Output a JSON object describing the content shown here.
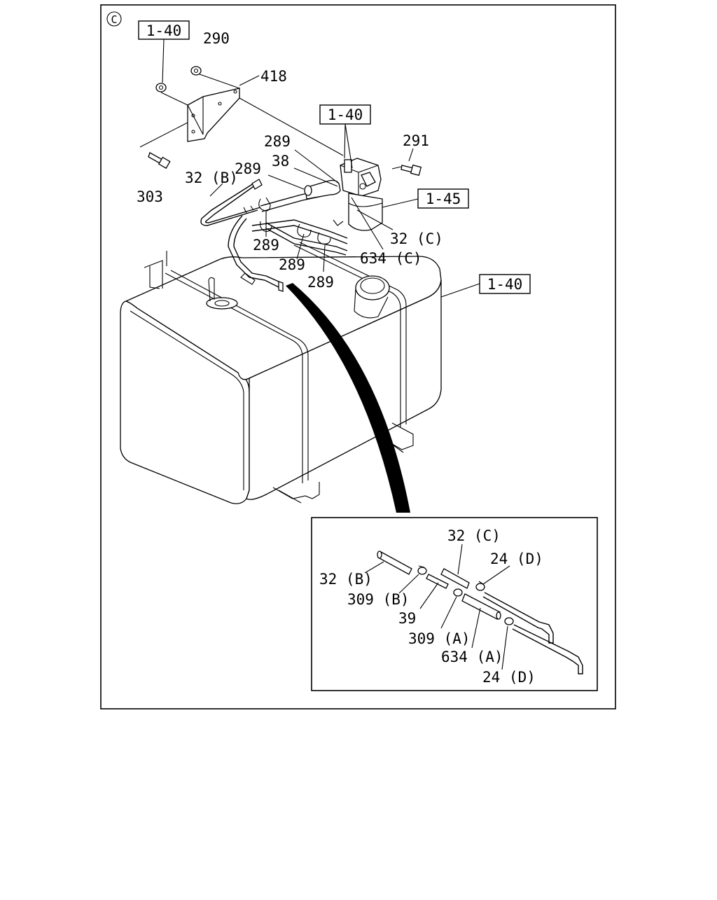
{
  "diagram": {
    "section_mark": "C",
    "references": [
      "1-40",
      "1-40",
      "1-45",
      "1-40"
    ],
    "callouts": {
      "c290": "290",
      "c418": "418",
      "c303": "303",
      "c291": "291",
      "c289a": "289",
      "c38": "38",
      "c32b": "32 (B)",
      "c289b": "289",
      "c289c": "289",
      "c289d": "289",
      "c289e": "289",
      "c32c": "32 (C)",
      "c634c": "634 (C)"
    },
    "inset": {
      "callouts": {
        "i32c": "32 (C)",
        "i24d_top": "24 (D)",
        "i32b": "32 (B)",
        "i309b": "309 (B)",
        "i39": "39",
        "i309a": "309 (A)",
        "i634a": "634 (A)",
        "i24d_bottom": "24 (D)"
      }
    }
  }
}
